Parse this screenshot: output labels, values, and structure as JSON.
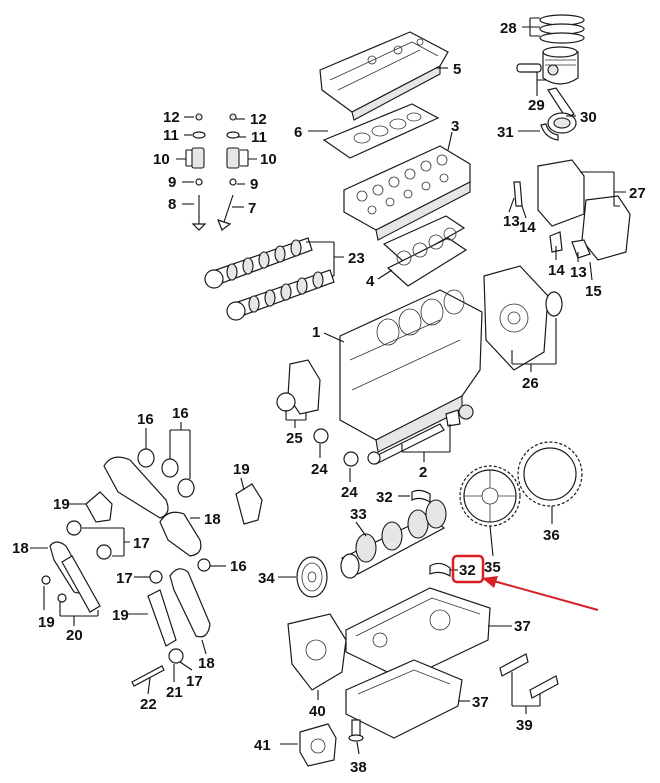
{
  "colors": {
    "line": "#1a1a1a",
    "highlight": "#d81f26",
    "background": "#ffffff"
  },
  "highlighted_callout": "32",
  "callouts": {
    "c28": "28",
    "c5": "5",
    "c29": "29",
    "c30": "30",
    "c31": "31",
    "c12a": "12",
    "c12b": "12",
    "c11a": "11",
    "c11b": "11",
    "c10a": "10",
    "c10b": "10",
    "c9a": "9",
    "c9b": "9",
    "c8": "8",
    "c7": "7",
    "c6": "6",
    "c3": "3",
    "c27": "27",
    "c13a": "13",
    "c14a": "14",
    "c14b": "14",
    "c13b": "13",
    "c15": "15",
    "c23": "23",
    "c4": "4",
    "c1": "1",
    "c26": "26",
    "c25": "25",
    "c24a": "24",
    "c24b": "24",
    "c2": "2",
    "c16a": "16",
    "c16b": "16",
    "c16c": "16",
    "c19a": "19",
    "c19b": "19",
    "c19c": "19",
    "c19d": "19",
    "c18a": "18",
    "c18b": "18",
    "c18c": "18",
    "c17a": "17",
    "c17b": "17",
    "c17c": "17",
    "c20": "20",
    "c21": "21",
    "c22": "22",
    "c32a": "32",
    "c32b": "32",
    "c33": "33",
    "c34": "34",
    "c35": "35",
    "c36": "36",
    "c37a": "37",
    "c37b": "37",
    "c38": "38",
    "c39": "39",
    "c40": "40",
    "c41": "41"
  }
}
